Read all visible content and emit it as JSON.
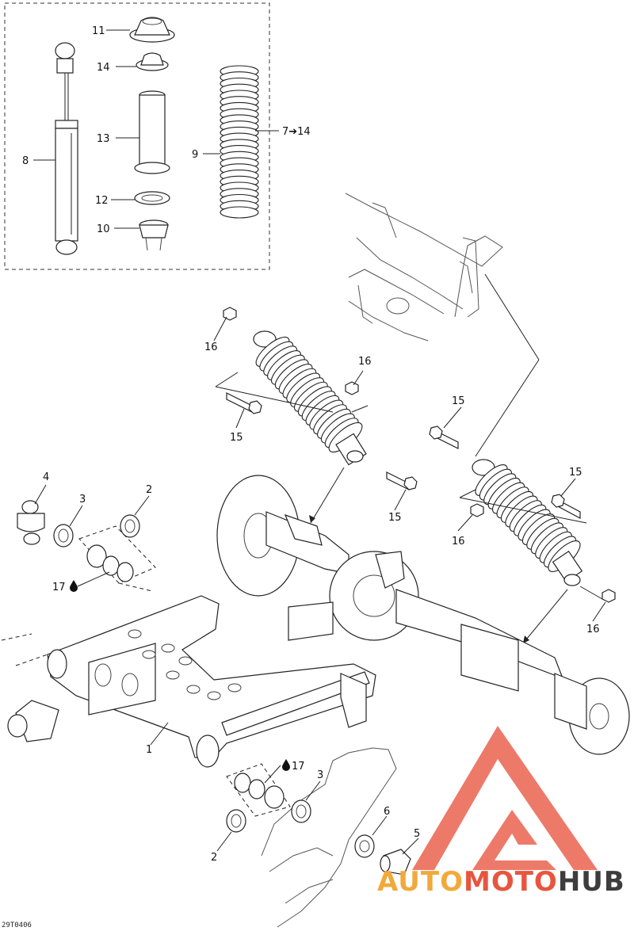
{
  "callouts": [
    {
      "id": "c11",
      "text": "11"
    },
    {
      "id": "c14a",
      "text": "14"
    },
    {
      "id": "c13",
      "text": "13"
    },
    {
      "id": "c8",
      "text": "8"
    },
    {
      "id": "c12",
      "text": "12"
    },
    {
      "id": "c10",
      "text": "10"
    },
    {
      "id": "c9",
      "text": "9"
    },
    {
      "id": "c7to14",
      "text": "7➔14"
    },
    {
      "id": "c16a",
      "text": "16"
    },
    {
      "id": "c16b",
      "text": "16"
    },
    {
      "id": "c15a",
      "text": "15"
    },
    {
      "id": "c15b",
      "text": "15"
    },
    {
      "id": "c15c",
      "text": "15"
    },
    {
      "id": "c15d",
      "text": "15"
    },
    {
      "id": "c16c",
      "text": "16"
    },
    {
      "id": "c16d",
      "text": "16"
    },
    {
      "id": "c4",
      "text": "4"
    },
    {
      "id": "c3a",
      "text": "3"
    },
    {
      "id": "c2a",
      "text": "2"
    },
    {
      "id": "c17a",
      "text": "17"
    },
    {
      "id": "c1",
      "text": "1"
    },
    {
      "id": "c17b",
      "text": "17"
    },
    {
      "id": "c3b",
      "text": "3"
    },
    {
      "id": "c6",
      "text": "6"
    },
    {
      "id": "c5",
      "text": "5"
    },
    {
      "id": "c2b",
      "text": "2"
    }
  ],
  "reference_code": "29T0406",
  "watermark": {
    "part1": "AUTO",
    "part2": "MOTO",
    "part3": "HUB",
    "color_auto": "#f2a93b",
    "color_moto": "#e8553f",
    "color_hub": "#3d3d3d",
    "triangle_color": "#e8553f"
  }
}
